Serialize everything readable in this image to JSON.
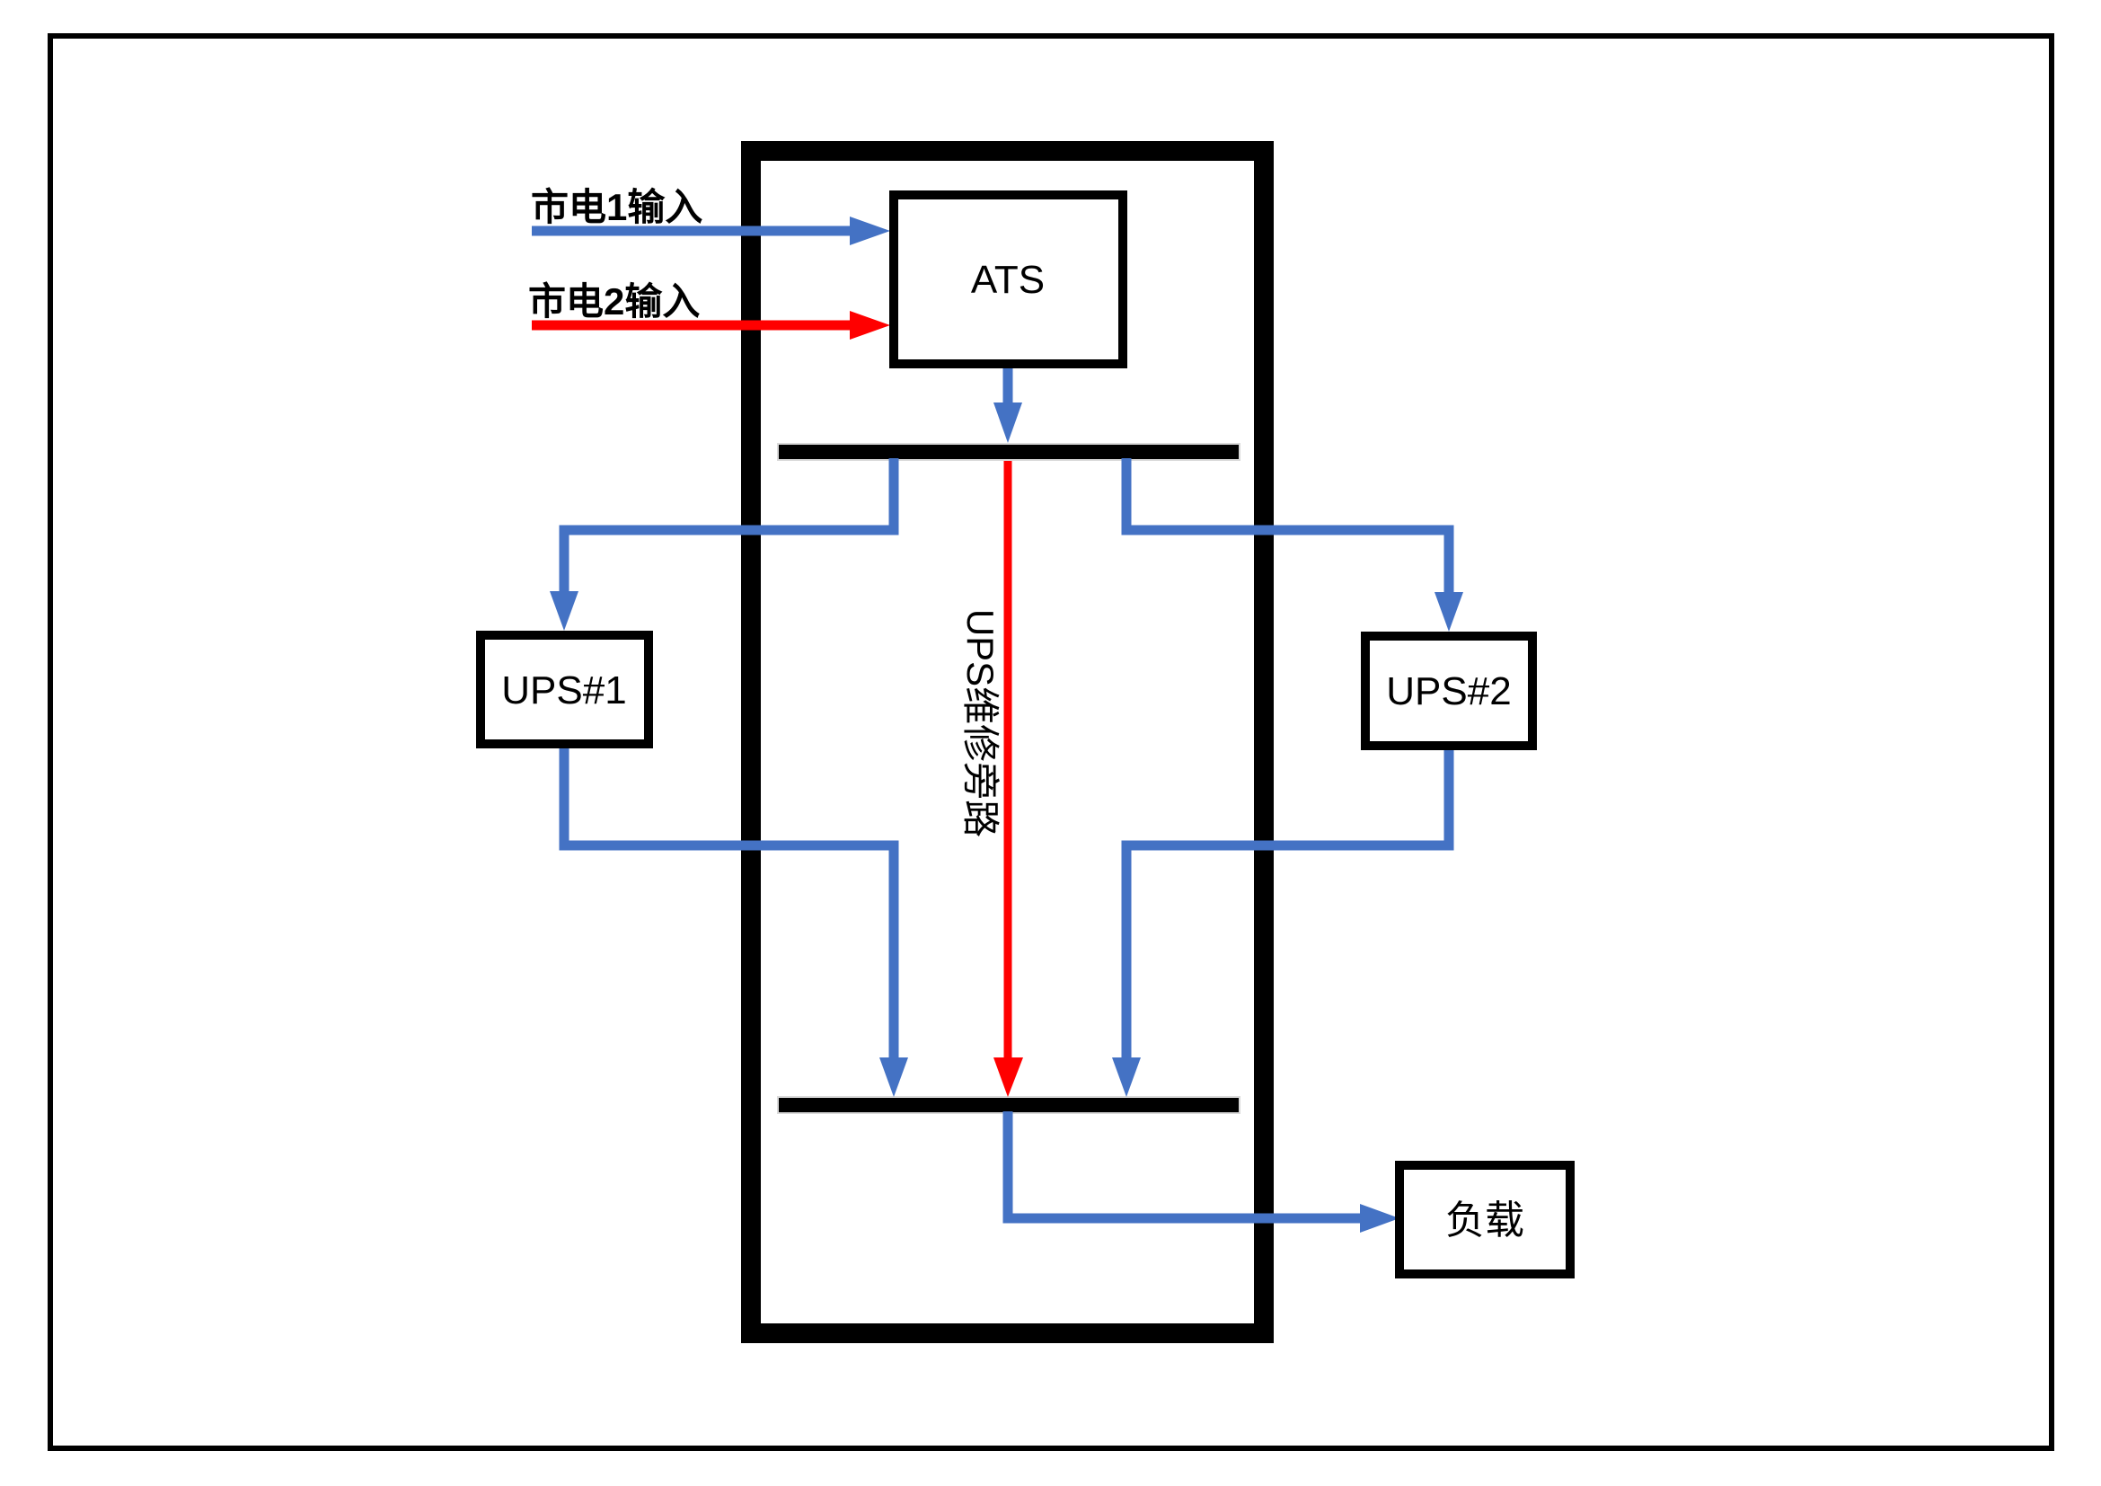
{
  "diagram": {
    "type": "ups-power-distribution-topology",
    "boxes": {
      "ats": {
        "label": "ATS"
      },
      "ups1": {
        "label": "UPS#1"
      },
      "ups2": {
        "label": "UPS#2"
      },
      "load": {
        "label": "负载"
      }
    },
    "inputs": {
      "mains1": {
        "label": "市电1输入",
        "line_color": "#4472C4"
      },
      "mains2": {
        "label": "市电2输入",
        "line_color": "#FF0000"
      }
    },
    "bypass": {
      "label": "UPS维修旁路",
      "line_color": "#FF0000"
    },
    "icons": {
      "arrowheads": "triangle-arrow-icon"
    },
    "colors": {
      "line_blue": "#4472C4",
      "line_red": "#FF0000",
      "frame_black": "#000000",
      "busbar_outline": "#D9D9D9",
      "background": "#FFFFFF"
    }
  }
}
